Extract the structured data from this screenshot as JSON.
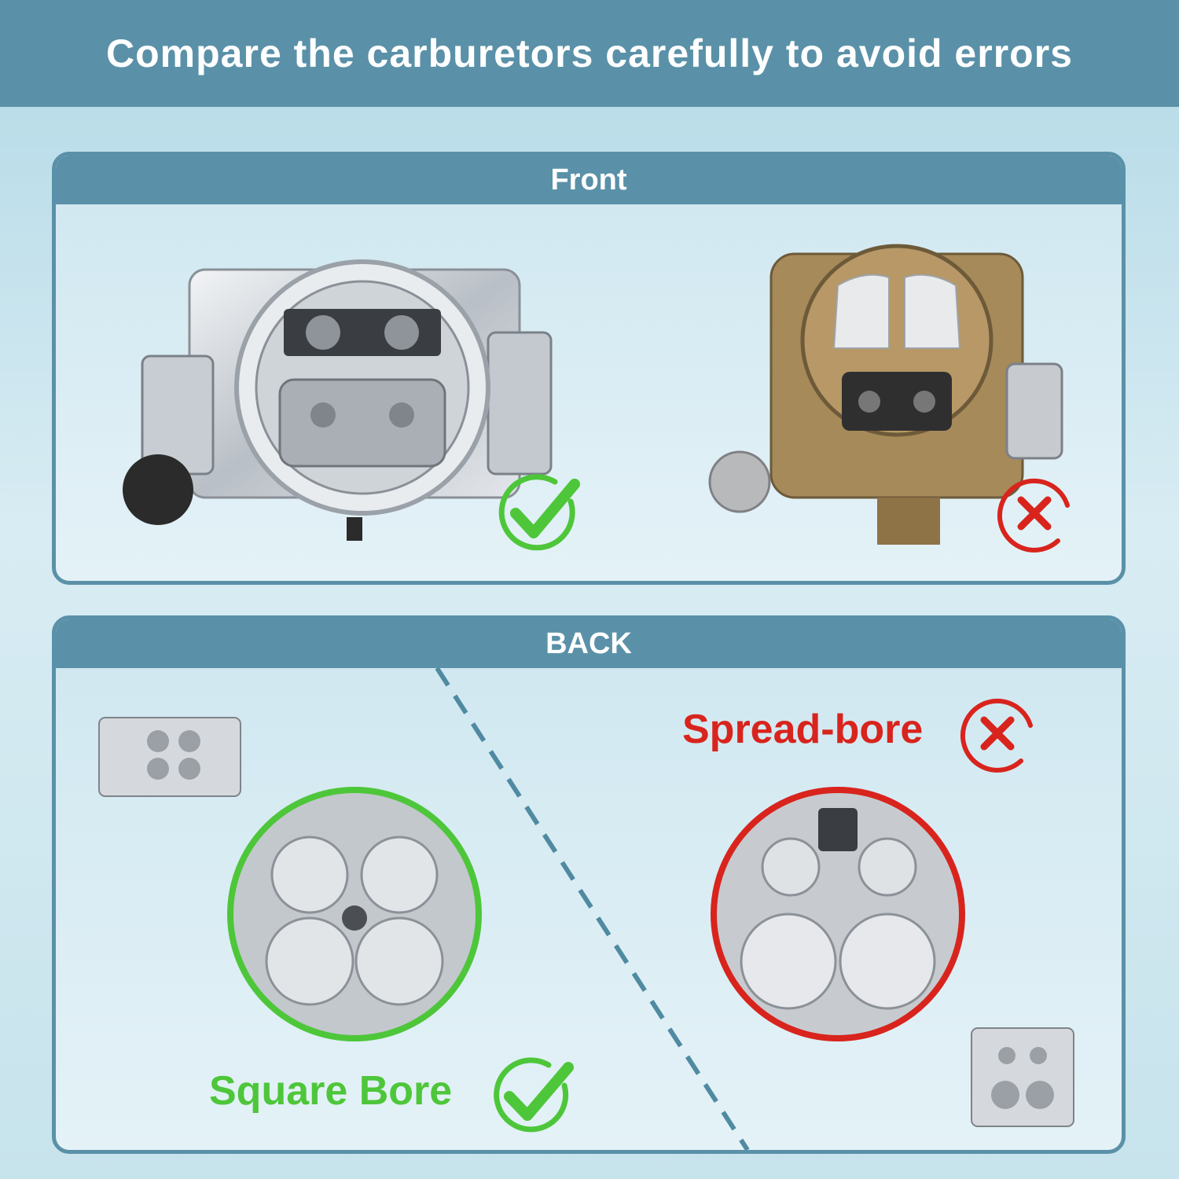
{
  "header": {
    "title": "Compare the carburetors carefully to avoid errors"
  },
  "front_panel": {
    "title": "Front"
  },
  "back_panel": {
    "title": "BACK",
    "square_label": "Square Bore",
    "spread_label": "Spread-bore"
  },
  "colors": {
    "banner": "#5a91a8",
    "correct": "#4ec63a",
    "wrong": "#d8241d"
  },
  "icons": {
    "correct": "check-icon",
    "wrong": "x-icon"
  }
}
